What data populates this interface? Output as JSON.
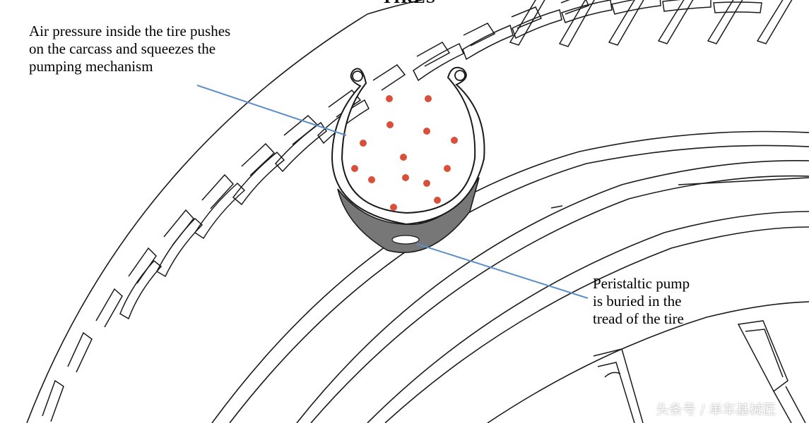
{
  "heading": "TIRES",
  "annotations": {
    "pressure": [
      "Air pressure inside the tire pushes",
      "on the carcass and squeezes the",
      "pumping mechanism"
    ],
    "pump": [
      "Peristaltic pump",
      "is buried in the",
      "tread of the tire"
    ]
  },
  "watermark": "头条号 / 单车基械匠",
  "colors": {
    "outline": "#1a1a1a",
    "leader_line": "#5b8fc6",
    "air_dots": "#d9503a",
    "tread_rubber": "#777777"
  }
}
